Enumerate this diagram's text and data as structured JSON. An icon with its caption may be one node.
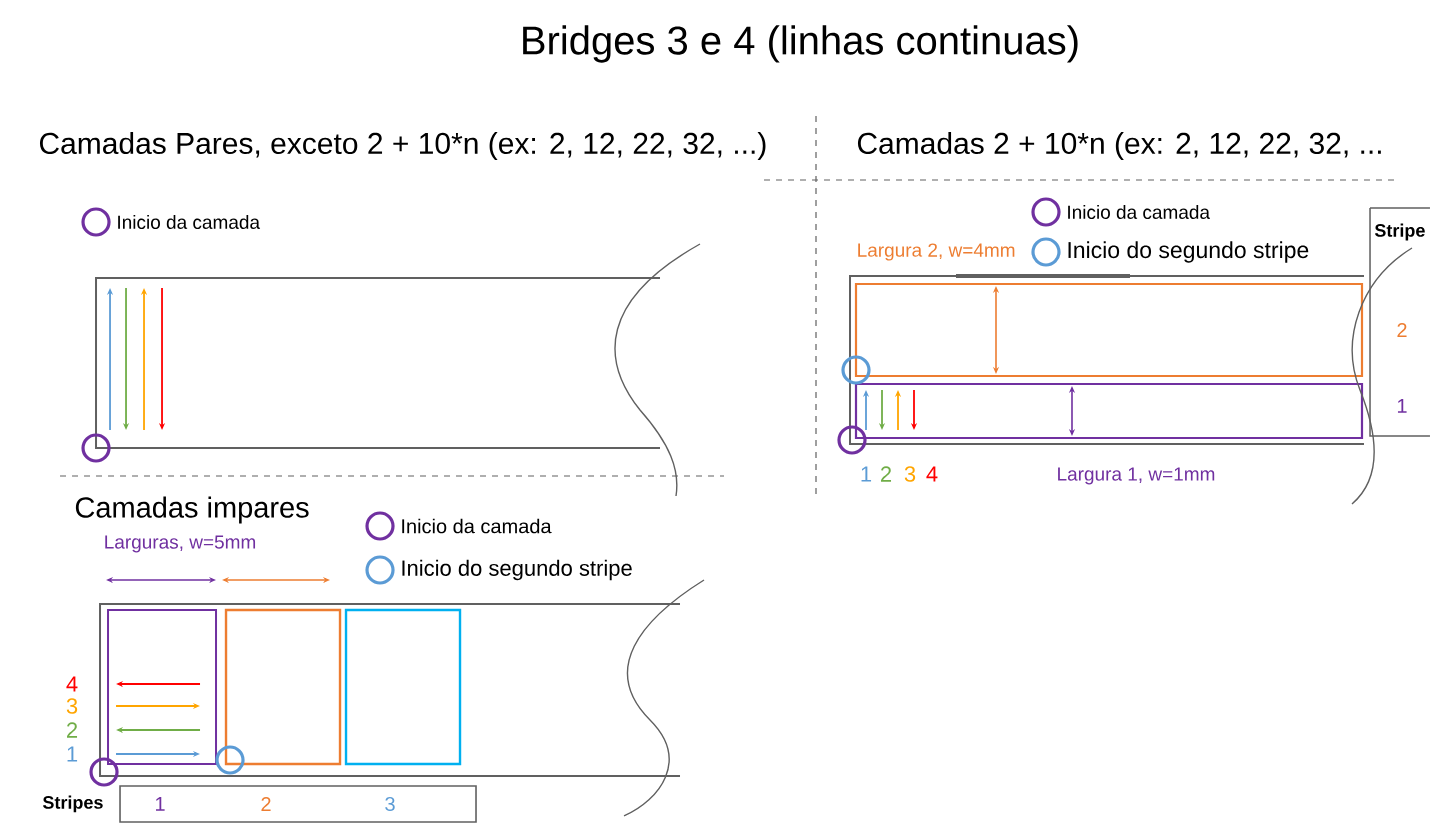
{
  "diagram": {
    "title": "Bridges 3 e 4 (linhas continuas)",
    "labels": [
      "Camadas Pares, exceto 2 + 10*n (ex: 2, 12, 22, 32, ...)",
      "Camadas 2 + 10*n (ex: 2, 12, 22, 32, ...",
      "Camadas impares",
      "Larguras, w=5mm",
      "4",
      "3",
      "2",
      "1",
      "Stripes",
      "1",
      "2",
      "3",
      "Largura 2, w=4mm",
      "Stripe",
      "2",
      "1",
      "1",
      "2",
      "3",
      "4",
      "Largura 1, w=1mm"
    ],
    "legend": [
      {
        "text": "Inicio da camada"
      },
      {
        "text": "Inicio da camada"
      },
      {
        "text": "Inicio do segundo stripe"
      },
      {
        "text": "Inicio da camada"
      },
      {
        "text": "Inicio do segundo stripe"
      }
    ]
  }
}
